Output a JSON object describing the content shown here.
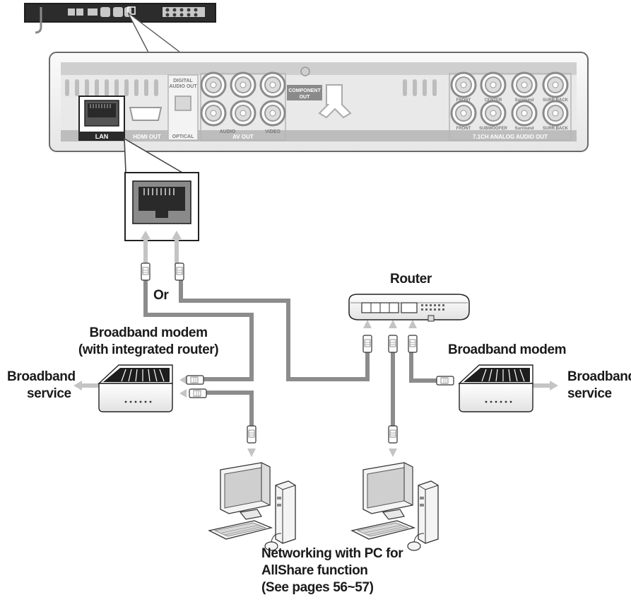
{
  "labels": {
    "router": "Router",
    "or": "Or",
    "modem_integrated_line1": "Broadband modem",
    "modem_integrated_line2": "(with integrated router)",
    "broadband_service_left_line1": "Broadband",
    "broadband_service_left_line2": "service",
    "modem_right": "Broadband modem",
    "broadband_service_right_line1": "Broadband",
    "broadband_service_right_line2": "service",
    "pc_caption_line1": "Networking with PC for",
    "pc_caption_line2": "AllShare function",
    "pc_caption_line3": "(See pages 56~57)"
  },
  "panel": {
    "lan": "LAN",
    "hdmi_out": "HDMI OUT",
    "digital_audio_out_1": "DIGITAL",
    "digital_audio_out_2": "AUDIO OUT",
    "optical": "OPTICAL",
    "audio": "AUDIO",
    "video": "VIDEO",
    "av_out": "AV OUT",
    "component_out_1": "COMPONENT",
    "component_out_2": "OUT",
    "front_l": "FRONT",
    "center": "CENTER",
    "surround_l": "Surround",
    "surr_back_l": "SURR.BACK",
    "front_r": "FRONT",
    "subwoofer": "SUBWOOFER",
    "surround_r": "Surround",
    "surr_back_r": "SURR.BACK",
    "analog_audio_out": "7.1CH ANALOG AUDIO OUT"
  },
  "colors": {
    "cable": "#8c8c8c",
    "cable_light": "#c4c4c4",
    "panel_strip": "#bdbdbd",
    "outline": "#2a2a2a"
  }
}
